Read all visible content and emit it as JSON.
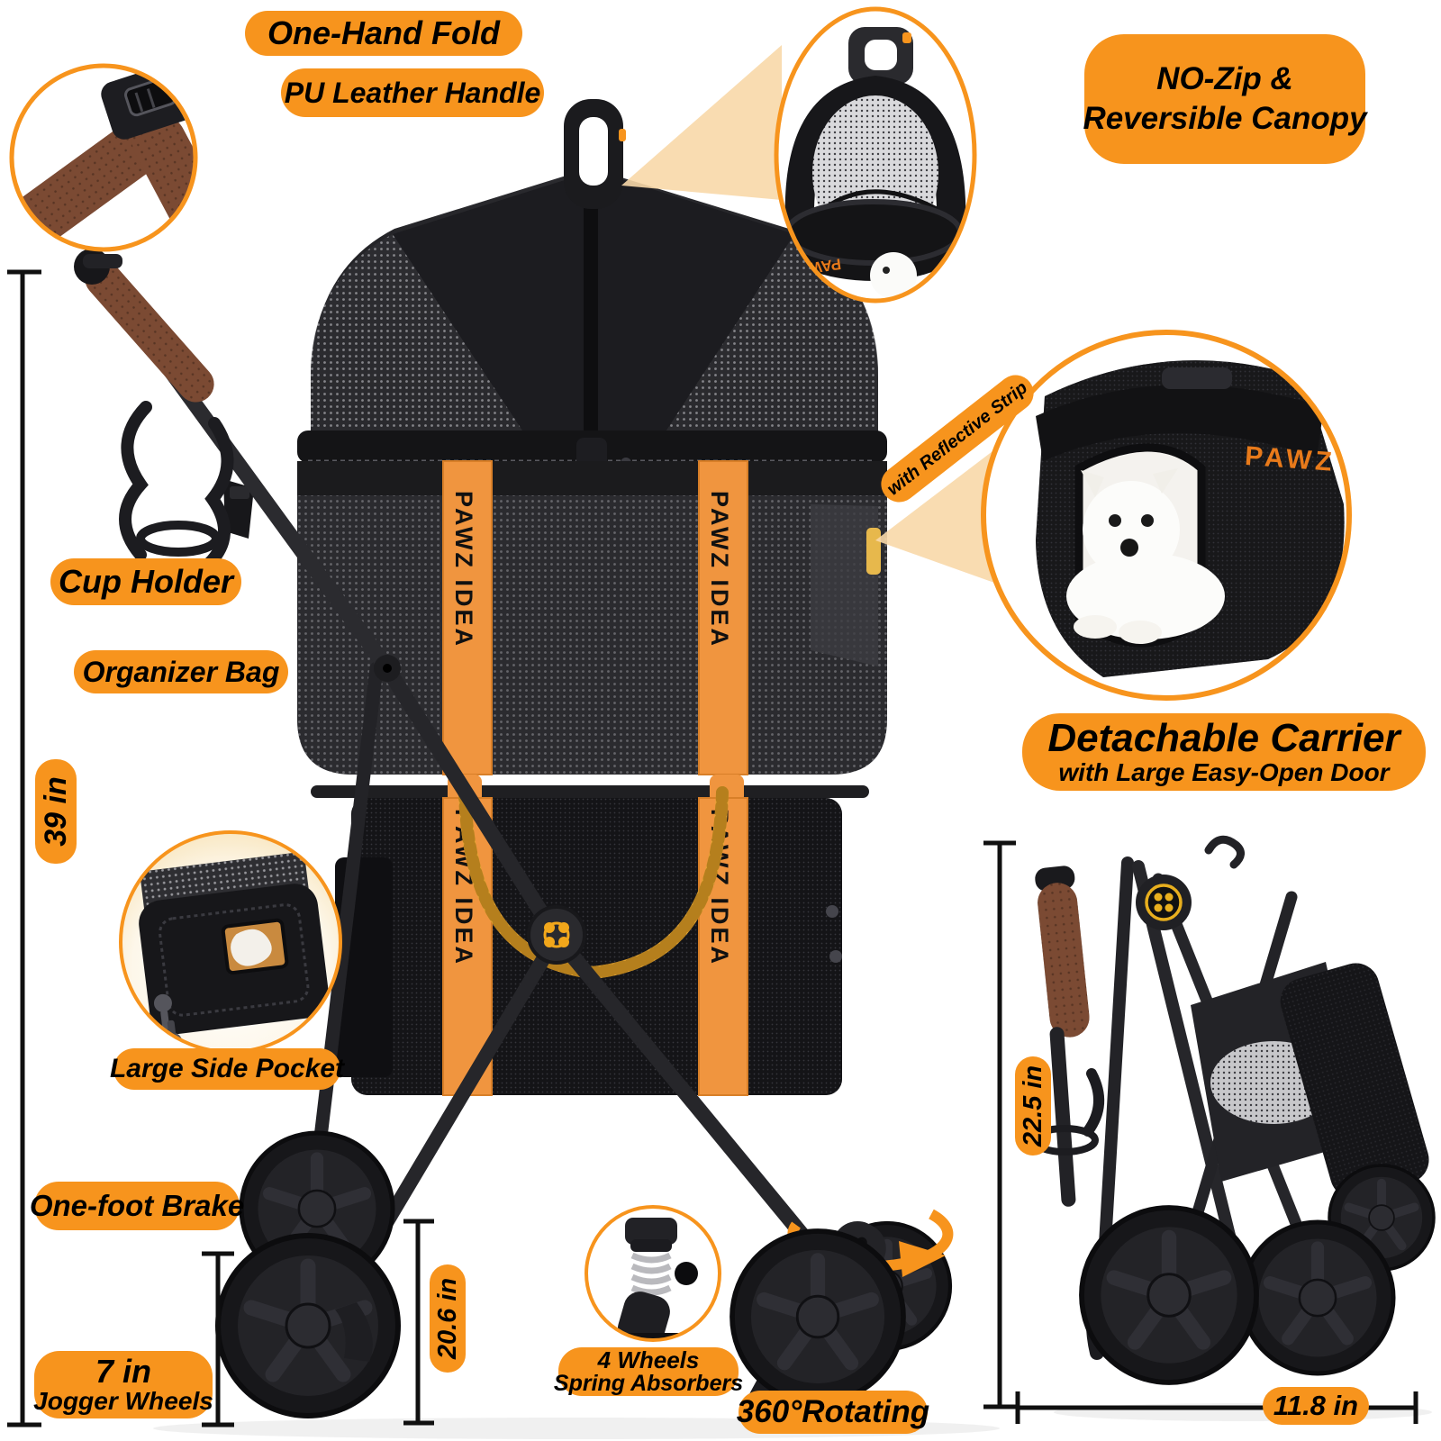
{
  "labels": {
    "one_hand_fold": "One-Hand Fold",
    "pu_leather_handle": "PU Leather Handle",
    "no_zip_line1": "NO-Zip &",
    "no_zip_line2": "Reversible Canopy",
    "reflective_strip": "with Reflective Strip",
    "cup_holder": "Cup Holder",
    "organizer_bag": "Organizer Bag",
    "large_side_pocket": "Large Side Pocket",
    "one_foot_brake": "One-foot Brake",
    "jogger_wheels_size": "7 in",
    "jogger_wheels_name": "Jogger Wheels",
    "spring_line1": "4 Wheels",
    "spring_line2": "Spring Absorbers",
    "rotating": "360°Rotating",
    "detachable_carrier": "Detachable Carrier",
    "detachable_carrier_sub": "with Large Easy-Open Door"
  },
  "dimensions": {
    "overall_height": "39 in",
    "handle_height": "20.6 in",
    "folded_height": "22.5 in",
    "folded_width": "11.8 in"
  },
  "product": {
    "strap_text": "PAWZ IDEA",
    "brand": "PAWZ"
  },
  "colors": {
    "label_bg": "#F7941D",
    "label_text": "#000000",
    "beam": "#F8D8A8",
    "handle_brown": "#7B4A33",
    "rope_gold": "#E3A433",
    "logo_gold": "#F2A71B",
    "dimension_line": "#101010"
  }
}
